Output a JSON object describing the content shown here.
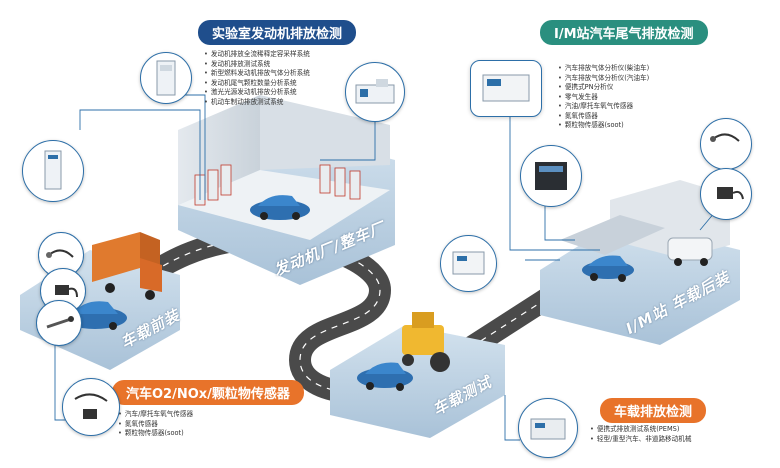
{
  "colors": {
    "blue": "#1f4e8c",
    "teal": "#2a8f7f",
    "orange": "#e8732a",
    "line": "#2d6fa8",
    "platform": "#b8cedf",
    "road": "#4a4a4a"
  },
  "lab": {
    "title": "实验室发动机排放检测",
    "items": [
      "发动机排放全流稀释定容采样系统",
      "发动机排放测试系统",
      "新型燃料发动机排放气体分析系统",
      "发动机尾气颗粒数量分析系统",
      "激光光源发动机排放分析系统",
      "机动车制动排放测试系统"
    ],
    "zone_label": "发动机厂/整车厂"
  },
  "im_station": {
    "title": "I/M站汽车尾气排放检测",
    "items": [
      "汽车排放气体分析仪(柴油车)",
      "汽车排放气体分析仪(汽油车)",
      "便携式PN分析仪",
      "零气发生器",
      "汽油/摩托车氧气传感器",
      "氮氧传感器",
      "颗粒物传感器(soot)"
    ],
    "zone_label": "I/M站 车载后装"
  },
  "sensors": {
    "title": "汽车O2/NOx/颗粒物传感器",
    "items": [
      "汽车/摩托车氧气传感器",
      "氮氧传感器",
      "颗粒物传感器(soot)"
    ]
  },
  "onboard": {
    "title": "车载排放检测",
    "items": [
      "便携式排放测试系统(PEMS)",
      "轻型/重型汽车、非道路移动机械"
    ],
    "zone_label": "车载测试"
  },
  "front": {
    "zone_label": "车载前装"
  },
  "icons": [
    "cabinet-icon",
    "analyzer-icon",
    "particle-counter-icon",
    "lab-bench-icon",
    "gas-analyzer-icon",
    "exhaust-analyzer-icon",
    "portable-analyzer-icon",
    "sensor-icon",
    "probe-icon",
    "pems-icon"
  ]
}
